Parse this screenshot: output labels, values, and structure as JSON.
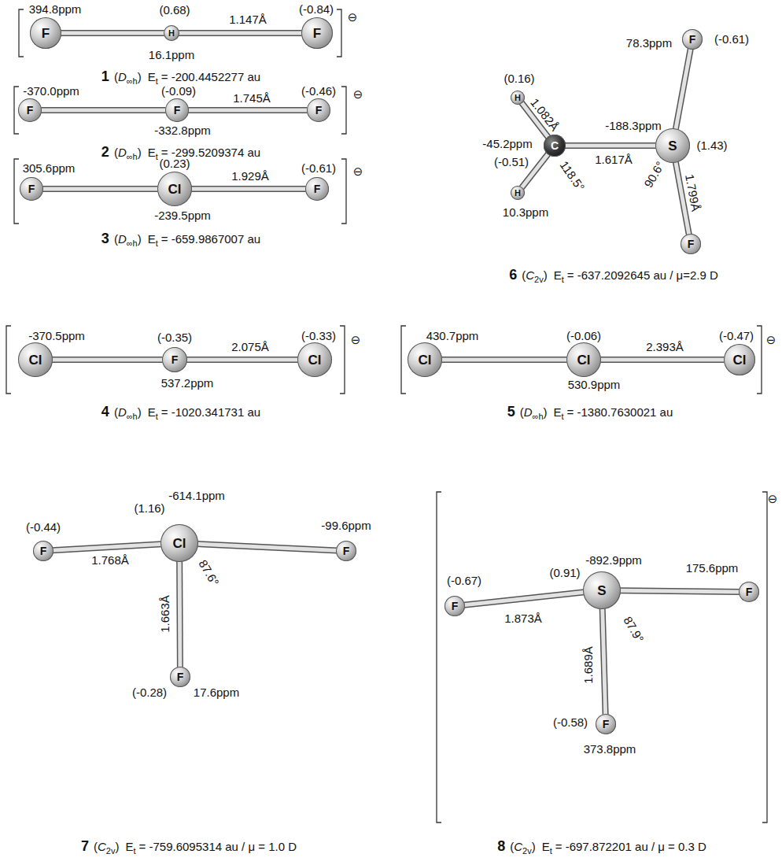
{
  "diagram": {
    "nodes": [
      {
        "text": [
          "F"
        ]
      },
      {
        "text": [
          "H"
        ]
      },
      {
        "text": [
          "F"
        ]
      },
      {
        "text": [
          "F"
        ]
      },
      {
        "text": [
          "F"
        ]
      },
      {
        "text": [
          "F"
        ]
      },
      {
        "text": [
          "F"
        ]
      },
      {
        "text": [
          "Cl"
        ]
      },
      {
        "text": [
          "F"
        ]
      },
      {
        "text": [
          "H"
        ]
      },
      {
        "text": [
          "C"
        ]
      },
      {
        "text": [
          "H"
        ]
      },
      {
        "text": [
          "S"
        ]
      },
      {
        "text": [
          "F"
        ]
      },
      {
        "text": [
          "F"
        ]
      },
      {
        "text": [
          "Cl"
        ]
      },
      {
        "text": [
          "F"
        ]
      },
      {
        "text": [
          "Cl"
        ]
      },
      {
        "text": [
          "Cl"
        ]
      },
      {
        "text": [
          "Cl"
        ]
      },
      {
        "text": [
          "Cl"
        ]
      },
      {
        "text": [
          "F"
        ]
      },
      {
        "text": [
          "Cl"
        ]
      },
      {
        "text": [
          "F"
        ]
      },
      {
        "text": [
          "F"
        ]
      },
      {
        "text": [
          "F"
        ]
      },
      {
        "text": [
          "S"
        ]
      },
      {
        "text": [
          "F"
        ]
      },
      {
        "text": [
          "F"
        ]
      }
    ],
    "edges": [
      {
        "from": 0,
        "to": 1,
        "arrow": "none"
      },
      {
        "from": 1,
        "to": 2,
        "arrow": "none"
      },
      {
        "from": 3,
        "to": 4,
        "arrow": "none"
      },
      {
        "from": 4,
        "to": 5,
        "arrow": "none"
      },
      {
        "from": 6,
        "to": 7,
        "arrow": "none"
      },
      {
        "from": 7,
        "to": 8,
        "arrow": "none"
      },
      {
        "from": 9,
        "to": 10,
        "arrow": "none"
      },
      {
        "from": 11,
        "to": 10,
        "arrow": "none"
      },
      {
        "from": 10,
        "to": 12,
        "arrow": "none"
      },
      {
        "from": 12,
        "to": 13,
        "arrow": "none"
      },
      {
        "from": 12,
        "to": 14,
        "arrow": "none"
      },
      {
        "from": 15,
        "to": 16,
        "arrow": "none"
      },
      {
        "from": 16,
        "to": 17,
        "arrow": "none"
      },
      {
        "from": 18,
        "to": 19,
        "arrow": "none"
      },
      {
        "from": 19,
        "to": 20,
        "arrow": "none"
      },
      {
        "from": 21,
        "to": 22,
        "arrow": "none"
      },
      {
        "from": 22,
        "to": 23,
        "arrow": "none"
      },
      {
        "from": 22,
        "to": 24,
        "arrow": "none"
      },
      {
        "from": 25,
        "to": 26,
        "arrow": "none"
      },
      {
        "from": 26,
        "to": 27,
        "arrow": "none"
      },
      {
        "from": 26,
        "to": 28,
        "arrow": "none"
      }
    ],
    "labels": [
      "394.8ppm",
      "(0.68)",
      "1.147Å",
      "(-0.84)",
      "16.1ppm",
      "⊖",
      "1",
      "(",
      "D",
      "∞h",
      ")",
      "E",
      "t",
      "= -200.4452277 au",
      "-370.0ppm",
      "(-0.09)",
      "1.745Å",
      "(-0.46)",
      "-332.8ppm",
      "⊖",
      "2",
      "(",
      "D",
      "∞h",
      ")",
      "E",
      "t",
      "= -299.5209374 au",
      "305.6ppm",
      "(0.23)",
      "1.929Å",
      "(-0.61)",
      "-239.5ppm",
      "⊖",
      "3",
      "(",
      "D",
      "∞h",
      ")",
      "E",
      "t",
      "= -659.9867007 au",
      "78.3ppm",
      "(-0.61)",
      "(0.16)",
      "1.082Å",
      "-188.3ppm",
      "(1.43)",
      "-45.2ppm",
      "(-0.51)",
      "1.617Å",
      "118.5°",
      "90.6°",
      "1.799Å",
      "10.3ppm",
      "6",
      "(",
      "C",
      "2v",
      ")",
      "E",
      "t",
      "= -637.2092645 au / μ=2.9 D",
      "-370.5ppm",
      "(-0.35)",
      "2.075Å",
      "(-0.33)",
      "537.2ppm",
      "⊖",
      "4",
      "(",
      "D",
      "∞h",
      ")",
      "E",
      "t",
      "= -1020.341731 au",
      "430.7ppm",
      "(-0.06)",
      "2.393Å",
      "(-0.47)",
      "530.9ppm",
      "⊖",
      "5",
      "(",
      "D",
      "∞h",
      ")",
      "E",
      "t",
      "= -1380.7630021 au",
      "-614.1ppm",
      "(-0.44)",
      "(1.16)",
      "-99.6ppm",
      "1.768Å",
      "87.6°",
      "1.663Å",
      "(-0.28)",
      "17.6ppm",
      "7",
      "(",
      "C",
      "2v",
      ")",
      "E",
      "t",
      "= -759.6095314 au / μ = 1.0 D",
      "-892.9ppm",
      "(-0.67)",
      "(0.91)",
      "175.6ppm",
      "1.873Å",
      "87.9°",
      "1.689Å",
      "(-0.58)",
      "373.8ppm",
      "⊖",
      "8",
      "(",
      "C",
      "2v",
      ")",
      "E",
      "t",
      "= -697.872201 au / μ = 0.3 D"
    ]
  }
}
